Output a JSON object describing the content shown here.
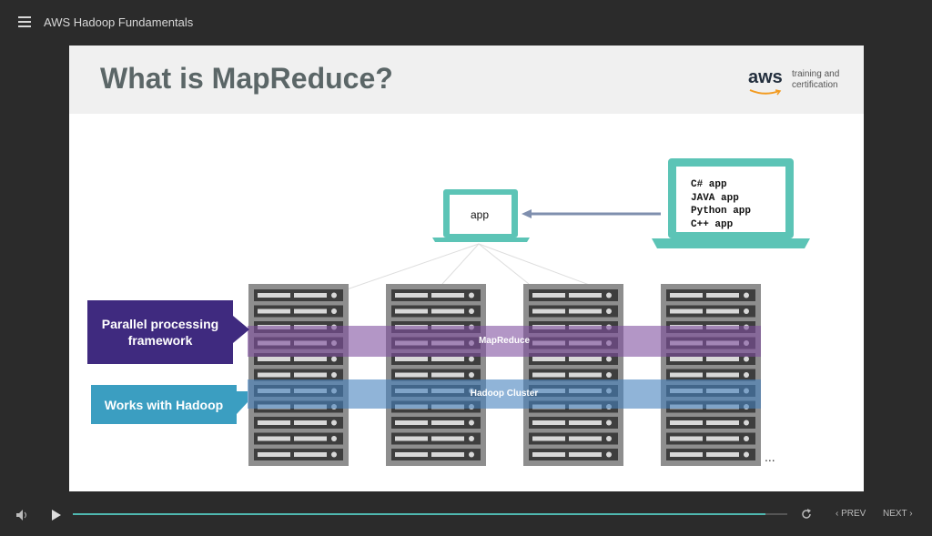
{
  "header": {
    "title": "AWS Hadoop Fundamentals"
  },
  "slide": {
    "title": "What is MapReduce?",
    "logo": {
      "brand": "aws",
      "line1": "training and",
      "line2": "certification"
    },
    "app_label": "app",
    "languages": [
      "C# app",
      "JAVA app",
      "Python app",
      "C++ app"
    ],
    "callout_parallel_line1": "Parallel processing",
    "callout_parallel_line2": "framework",
    "callout_hadoop": "Works with Hadoop",
    "band_mapreduce": "MapReduce",
    "band_hadoop": "Hadoop Cluster",
    "ellipsis": "..."
  },
  "controls": {
    "prev_label": "PREV",
    "next_label": "NEXT",
    "progress": 0.97
  },
  "colors": {
    "laptop": "#5cc4b6",
    "purple_callout": "#3f2a7f",
    "blue_callout": "#3b9ec1",
    "progress": "#4fb8b0"
  }
}
